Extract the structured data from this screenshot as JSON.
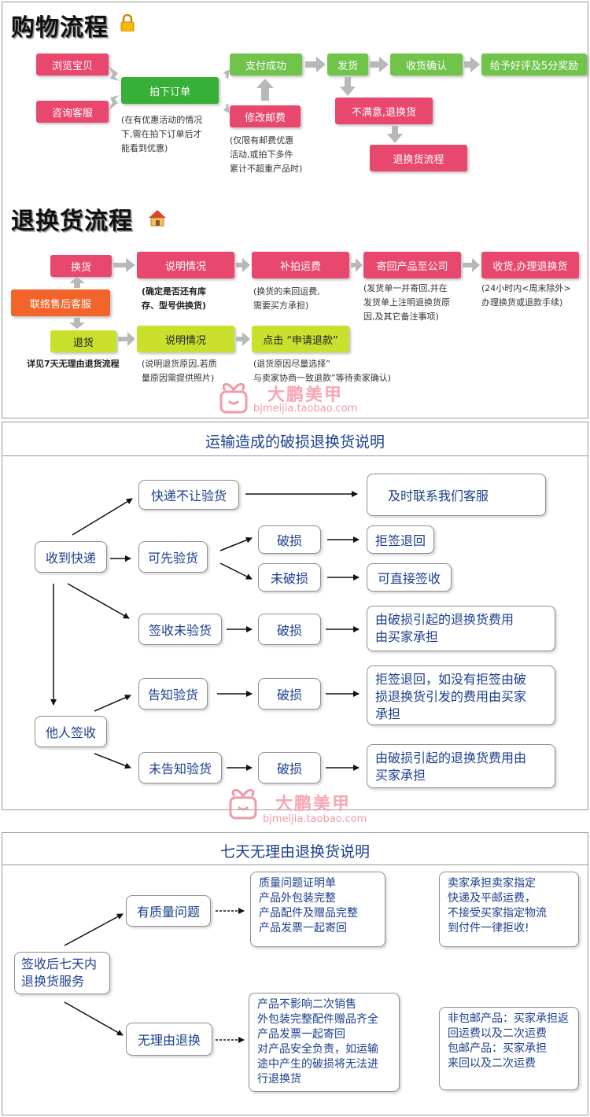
{
  "section1": {
    "heading": "购物流程",
    "nodes": {
      "browse": "浏览宝贝",
      "consult": "咨询客服",
      "order": "拍下订单",
      "paid": "支付成功",
      "ship": "发货",
      "receive": "收货确认",
      "praise": "给予好评及5分奖励",
      "modify": "修改邮费",
      "unhappy": "不满意,退换货",
      "process": "退换货流程"
    },
    "notes": {
      "order_note": [
        "(在有优惠活动的情况",
        "下,需在拍下订单后才",
        "能看到优惠)"
      ],
      "modify_note": [
        "(仅限有邮费优惠",
        "活动,或拍下多件",
        "累计不超重产品时)"
      ]
    }
  },
  "section2": {
    "heading": "退换货流程",
    "nodes": {
      "contact": "联络售后客服",
      "exchange": "换货",
      "explain1": "说明情况",
      "repay": "补拍运费",
      "sendback": "寄回产品至公司",
      "received": "收货,办理退换货",
      "refund": "退货",
      "explain2": "说明情况",
      "apply": "点击 “申请退款”"
    },
    "notes": {
      "explain1_note": [
        "(确定是否还有库",
        "存、型号供换货)"
      ],
      "repay_note": [
        "(换货的来回运费,",
        "需要买方承担)"
      ],
      "sendback_note": [
        "(发货单一并寄回,并在",
        "发货单上注明退换货原",
        "因,及其它备注事项)"
      ],
      "received_note": [
        "(24小时内<周末除外>",
        "办理换货或退款手续)"
      ],
      "refund_note": "详见7天无理由退货流程",
      "explain2_note": [
        "(说明退货原因,若质",
        "量原因需提供照片)"
      ],
      "apply_note": [
        "(退货原因尽量选择”",
        "与卖家协商一致退款”等待卖家确认)"
      ]
    }
  },
  "watermark": {
    "brand": "大鹏美甲",
    "url": "bjmeijia.taobao.com"
  },
  "section3": {
    "title": "运输造成的破损退换货说明",
    "nodes": {
      "received_parcel": "收到快递",
      "no_inspect": "快递不让验货",
      "contact_cs": "及时联系我们客服",
      "can_inspect": "可先验货",
      "damaged_a": "破损",
      "reject": "拒签退回",
      "not_damaged": "未破损",
      "sign_direct": "可直接签收",
      "signed_uninspected": "签收未验货",
      "damaged_b": "破损",
      "buyer_pays_a": "由破损引起的退换货费用\n由买家承担",
      "other_signed": "他人签收",
      "told_inspect": "告知验货",
      "damaged_c": "破损",
      "reject_note": "拒签退回，如没有拒签由破\n损退换货引发的费用由买家\n承担",
      "not_told": "未告知验货",
      "damaged_d": "破损",
      "buyer_pays_b": "由破损引起的退换货费用由\n买家承担"
    }
  },
  "section4": {
    "title": "七天无理由退换货说明",
    "nodes": {
      "seven_days": "签收后七天内\n退换货服务",
      "quality": "有质量问题",
      "quality_list": "质量问题证明单\n产品外包装完整\n产品配件及赠品完整\n产品发票一起寄回",
      "quality_side": "卖家承担卖家指定\n快递及平邮运费，\n不接受买家指定物流\n到付件一律拒收!",
      "no_reason": "无理由退换",
      "no_reason_list": "产品不影响二次销售\n外包装完整配件赠品齐全\n产品发票一起寄回\n对产品安全负责，如运输\n途中产生的破损将无法进\n行退换货",
      "no_reason_side": "非包邮产品：买家承担返\n回运费以及二次运费\n包邮产品：买家承担\n来回以及二次运费"
    }
  }
}
